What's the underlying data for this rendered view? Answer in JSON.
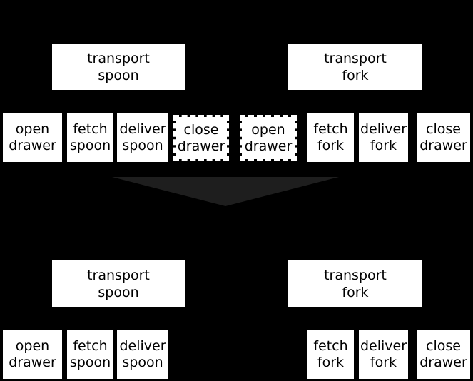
{
  "colors": {
    "background": "#000000",
    "box_fill": "#ffffff",
    "box_text": "#000000",
    "arrow": "#1e1e1e",
    "dashed_outline": "#ffffff"
  },
  "before": {
    "parents": [
      {
        "label": "transport\nspoon"
      },
      {
        "label": "transport\nfork"
      }
    ],
    "actions": [
      {
        "label": "open\ndrawer",
        "style": "solid"
      },
      {
        "label": "fetch\nspoon",
        "style": "solid"
      },
      {
        "label": "deliver\nspoon",
        "style": "solid"
      },
      {
        "label": "close\ndrawer",
        "style": "dashed"
      },
      {
        "label": "open\ndrawer",
        "style": "dashed"
      },
      {
        "label": "fetch\nfork",
        "style": "solid"
      },
      {
        "label": "deliver\nfork",
        "style": "solid"
      },
      {
        "label": "close\ndrawer",
        "style": "solid"
      }
    ]
  },
  "arrow": {
    "direction": "down"
  },
  "after": {
    "parents": [
      {
        "label": "transport\nspoon"
      },
      {
        "label": "transport\nfork"
      }
    ],
    "actions": [
      {
        "label": "open\ndrawer"
      },
      {
        "label": "fetch\nspoon"
      },
      {
        "label": "deliver\nspoon"
      },
      {
        "label": "fetch\nfork"
      },
      {
        "label": "deliver\nfork"
      },
      {
        "label": "close\ndrawer"
      }
    ]
  }
}
